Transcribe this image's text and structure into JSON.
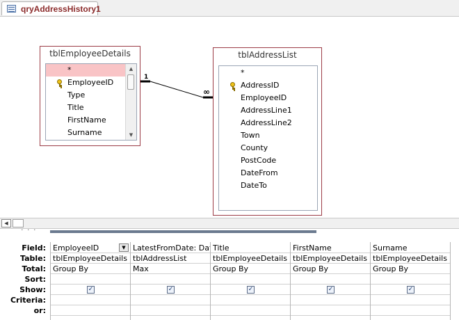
{
  "tab": {
    "title": "qryAddressHistory1",
    "icon": "query-icon"
  },
  "tables": [
    {
      "name": "tblEmployeeDetails",
      "fields": [
        "*",
        "EmployeeID",
        "Type",
        "Title",
        "FirstName",
        "Surname"
      ],
      "key_field": "EmployeeID",
      "selected_field": "*"
    },
    {
      "name": "tblAddressList",
      "fields": [
        "*",
        "AddressID",
        "EmployeeID",
        "AddressLine1",
        "AddressLine2",
        "Town",
        "County",
        "PostCode",
        "DateFrom",
        "DateTo"
      ],
      "key_field": "AddressID"
    }
  ],
  "relationship": {
    "one_side_label": "1",
    "many_side_label": "∞"
  },
  "grid": {
    "row_labels": [
      "Field:",
      "Table:",
      "Total:",
      "Sort:",
      "Show:",
      "Criteria:",
      "or:"
    ],
    "columns": [
      {
        "field": "EmployeeID",
        "table": "tblEmployeeDetails",
        "total": "Group By",
        "sort": "",
        "show": true,
        "criteria": "",
        "or": ""
      },
      {
        "field": "LatestFromDate: DateFrom",
        "table": "tblAddressList",
        "total": "Max",
        "sort": "",
        "show": true,
        "criteria": "",
        "or": ""
      },
      {
        "field": "Title",
        "table": "tblEmployeeDetails",
        "total": "Group By",
        "sort": "",
        "show": true,
        "criteria": "",
        "or": ""
      },
      {
        "field": "FirstName",
        "table": "tblEmployeeDetails",
        "total": "Group By",
        "sort": "",
        "show": true,
        "criteria": "",
        "or": ""
      },
      {
        "field": "Surname",
        "table": "tblEmployeeDetails",
        "total": "Group By",
        "sort": "",
        "show": true,
        "criteria": "",
        "or": ""
      }
    ]
  },
  "colors": {
    "tab_title": "#8b2b2b",
    "table_border": "#9b3b45",
    "selected_field": "#f9c4c6"
  }
}
